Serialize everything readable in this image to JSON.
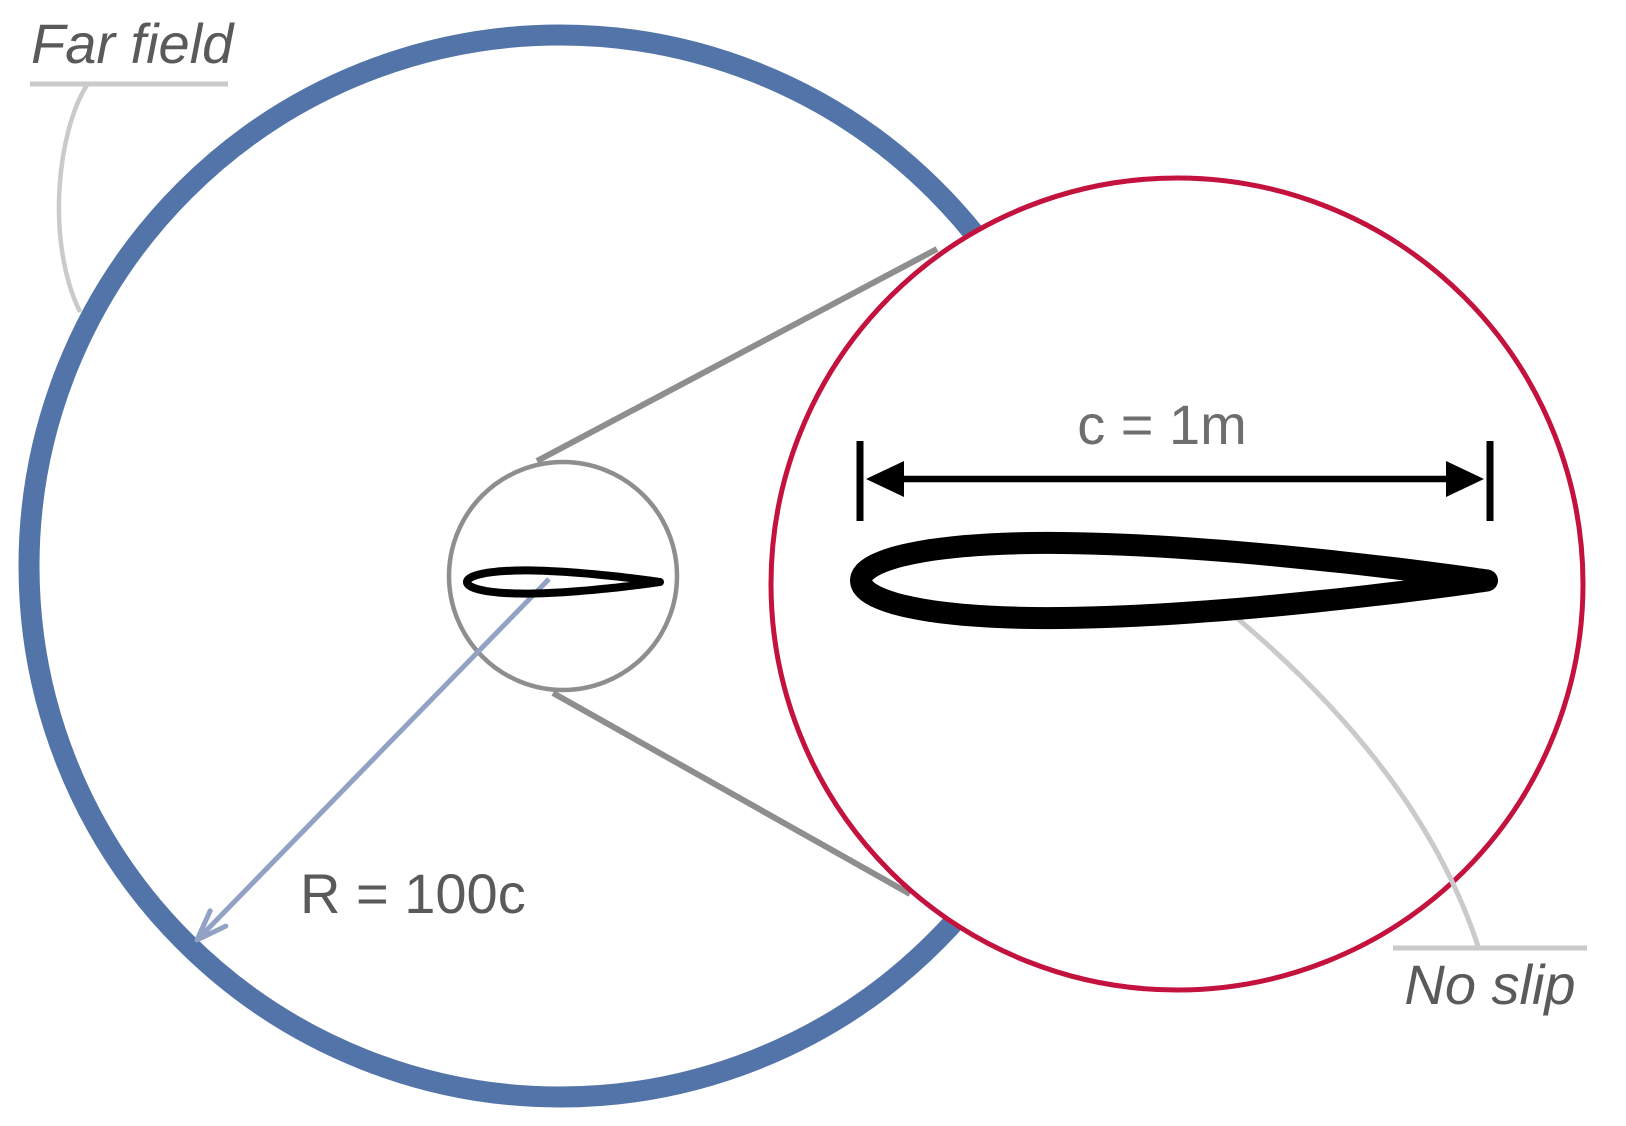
{
  "diagram": {
    "labels": {
      "far_field": "Far field",
      "radius": "R = 100c",
      "chord": "c = 1m",
      "no_slip": "No slip"
    },
    "colors": {
      "far_field_boundary": "#5274a8",
      "zoom_view_circle": "#c3123e",
      "zoom_guides": "#8e8e8e",
      "leader_lines": "#cacaca",
      "label_text": "#5a5a5a",
      "chord_label_text": "#6e6e6e",
      "radius_arrow": "#92a2c4",
      "dimension": "#000000",
      "airfoil": "#000000"
    }
  }
}
